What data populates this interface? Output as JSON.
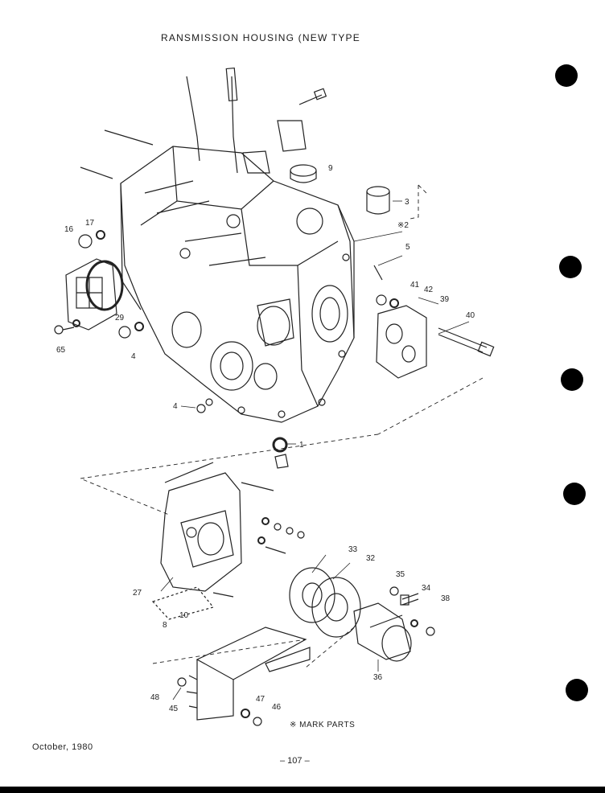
{
  "title": "RANSMISSION HOUSING (NEW TYPE",
  "footer": {
    "date": "October, 1980",
    "page": "– 107 –"
  },
  "note": "※ MARK PARTS",
  "callouts": [
    {
      "id": "c1",
      "text": "1"
    },
    {
      "id": "c2",
      "text": "※2"
    },
    {
      "id": "c3",
      "text": "3"
    },
    {
      "id": "c4a",
      "text": "4"
    },
    {
      "id": "c4b",
      "text": "4"
    },
    {
      "id": "c5",
      "text": "5"
    },
    {
      "id": "c8",
      "text": "8"
    },
    {
      "id": "c9",
      "text": "9"
    },
    {
      "id": "c10",
      "text": "10"
    },
    {
      "id": "c16",
      "text": "16"
    },
    {
      "id": "c17",
      "text": "17"
    },
    {
      "id": "c27",
      "text": "27"
    },
    {
      "id": "c29",
      "text": "29"
    },
    {
      "id": "c32",
      "text": "32"
    },
    {
      "id": "c33",
      "text": "33"
    },
    {
      "id": "c34",
      "text": "34"
    },
    {
      "id": "c35",
      "text": "35"
    },
    {
      "id": "c36",
      "text": "36"
    },
    {
      "id": "c38",
      "text": "38"
    },
    {
      "id": "c39",
      "text": "39"
    },
    {
      "id": "c40",
      "text": "40"
    },
    {
      "id": "c41",
      "text": "41"
    },
    {
      "id": "c42",
      "text": "42"
    },
    {
      "id": "c45",
      "text": "45"
    },
    {
      "id": "c46",
      "text": "46"
    },
    {
      "id": "c47",
      "text": "47"
    },
    {
      "id": "c48",
      "text": "48"
    },
    {
      "id": "c65",
      "text": "65"
    }
  ]
}
